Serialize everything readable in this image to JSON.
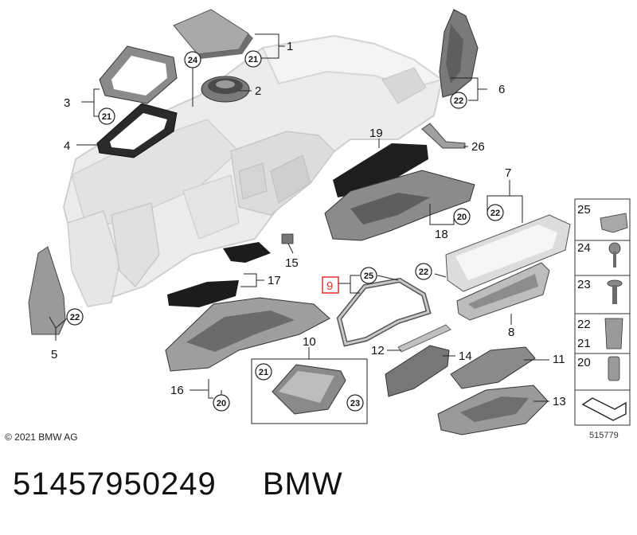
{
  "diagram": {
    "copyright": "© 2021 BMW AG",
    "reference_number": "515779",
    "part_number": "51457950249",
    "brand": "BMW",
    "highlight_color": "#e03030",
    "callouts": {
      "c1": "1",
      "c2": "2",
      "c3": "3",
      "c4": "4",
      "c5": "5",
      "c6": "6",
      "c7": "7",
      "c8": "8",
      "c9": "9",
      "c10": "10",
      "c11": "11",
      "c12": "12",
      "c13": "13",
      "c14": "14",
      "c15": "15",
      "c16": "16",
      "c17": "17",
      "c18": "18",
      "c19": "19",
      "c26": "26"
    },
    "circles": {
      "k21a": "21",
      "k24": "24",
      "k21b": "21",
      "k22a": "22",
      "k22b": "22",
      "k22c": "22",
      "k20a": "20",
      "k25": "25",
      "k22d": "22",
      "k21c": "21",
      "k23": "23",
      "k20b": "20"
    },
    "legend": {
      "items": [
        "25",
        "24",
        "23",
        "22",
        "21",
        "20"
      ]
    }
  }
}
